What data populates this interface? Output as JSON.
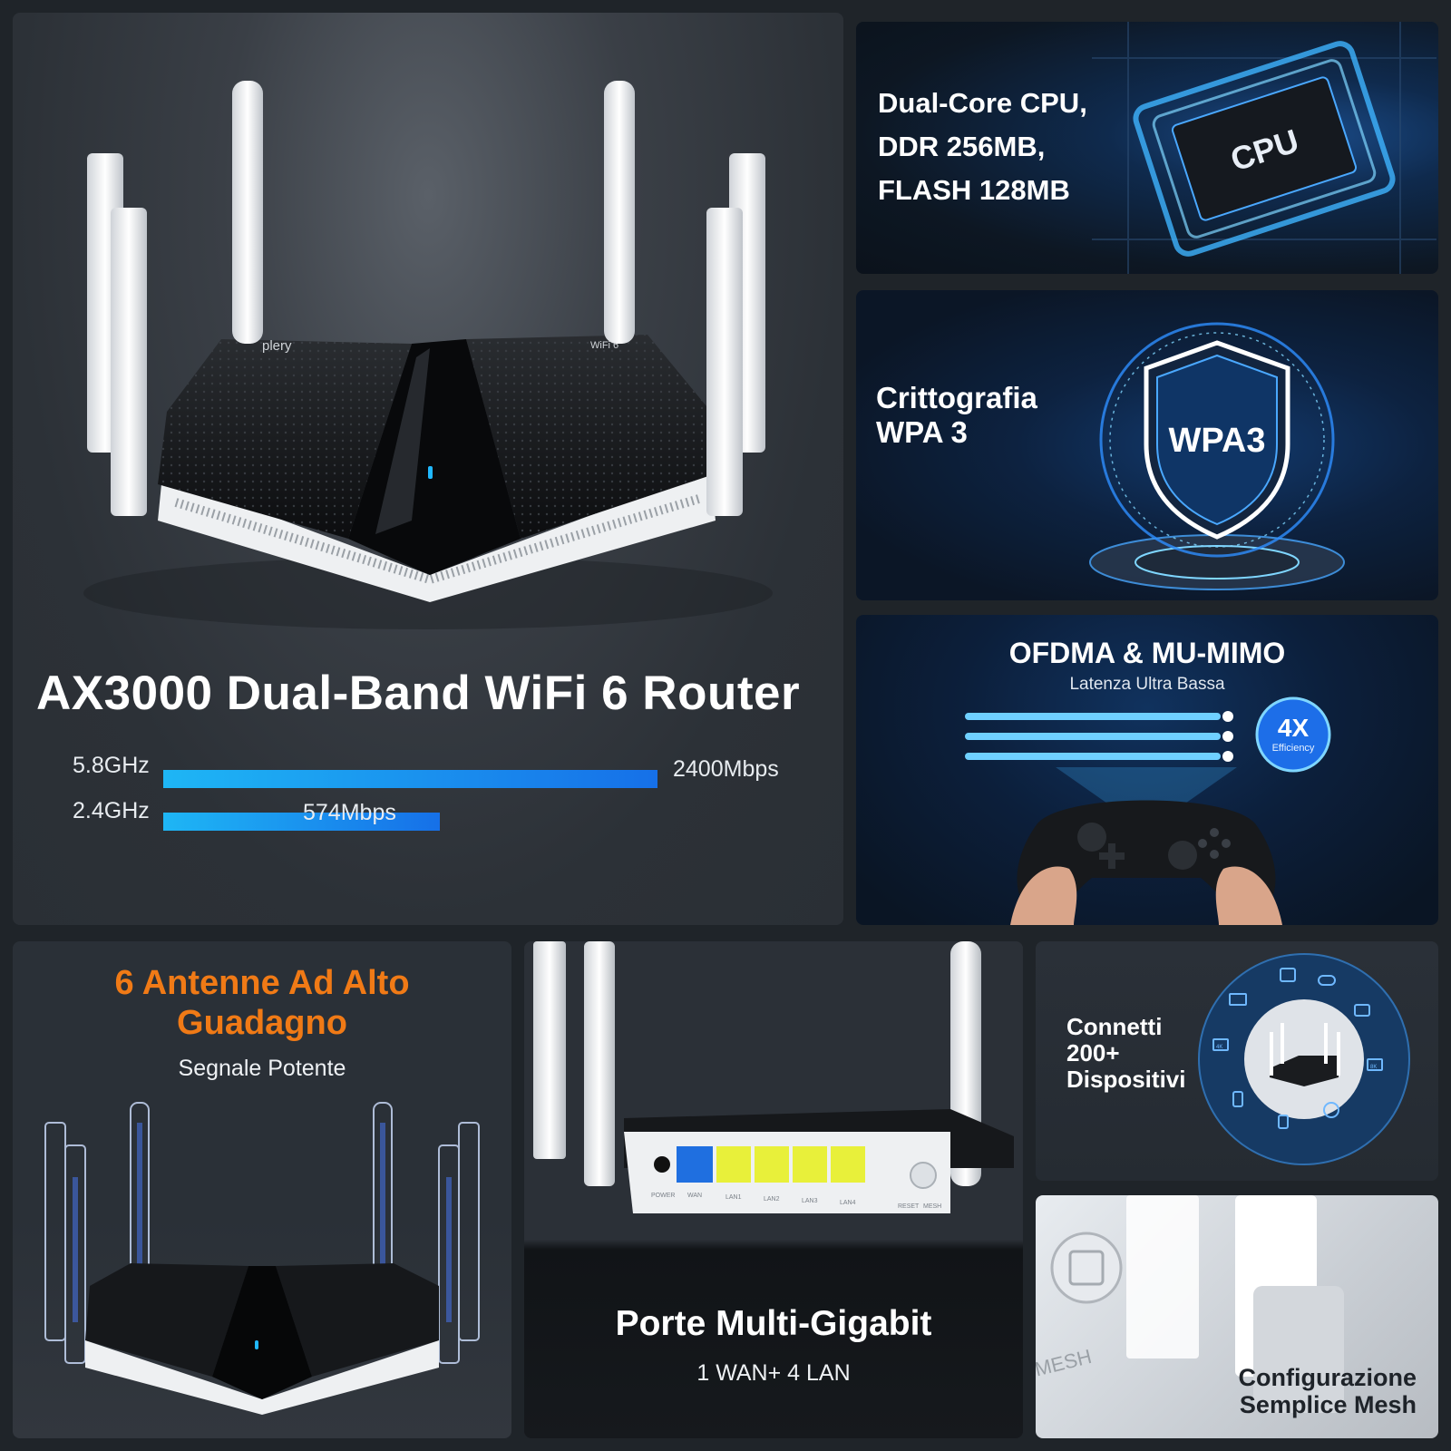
{
  "hero": {
    "brand": "plery",
    "badge": "WiFi 6",
    "title": "AX3000 Dual-Band WiFi 6 Router",
    "bands": [
      {
        "label": "5.8GHz",
        "speed": "2400Mbps",
        "mbps": 2400
      },
      {
        "label": "2.4GHz",
        "speed": "574Mbps",
        "mbps": 574
      }
    ]
  },
  "cpu": {
    "lines": [
      "Dual-Core CPU,",
      "DDR 256MB,",
      "FLASH 128MB"
    ],
    "chip_label": "CPU"
  },
  "wpa": {
    "lines": [
      "Crittografia",
      "WPA 3"
    ],
    "shield_label": "WPA3"
  },
  "ofdma": {
    "title": "OFDMA & MU-MIMO",
    "subtitle": "Latenza Ultra Bassa",
    "badge_value": "4X",
    "badge_label": "Efficiency"
  },
  "antenne": {
    "title_lines": [
      "6 Antenne Ad Alto",
      "Guadagno"
    ],
    "subtitle": "Segnale Potente"
  },
  "porte": {
    "title": "Porte Multi-Gigabit",
    "subtitle": "1 WAN+ 4 LAN",
    "port_labels": [
      "POWER",
      "WAN",
      "LAN1",
      "LAN2",
      "LAN3",
      "LAN4",
      "RESET",
      "MESH"
    ]
  },
  "connetti": {
    "lines": [
      "Connetti",
      "200+",
      "Dispositivi"
    ],
    "device_badges": [
      "4K",
      "8K"
    ]
  },
  "mesh": {
    "button_text": "MESH",
    "lines": [
      "Configurazione",
      "Semplice Mesh"
    ]
  },
  "colors": {
    "accent_blue": "#1eb6f5",
    "accent_orange": "#f07a16",
    "lan_yellow": "#e8f03a",
    "wan_blue": "#1f6fe0"
  }
}
